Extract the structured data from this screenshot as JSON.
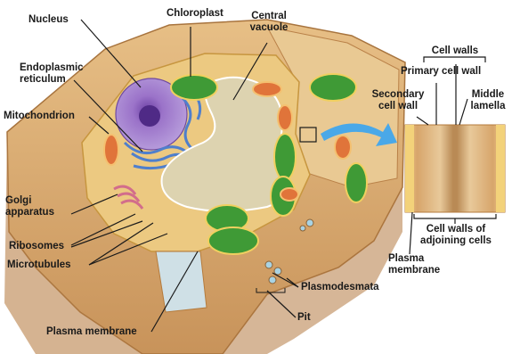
{
  "diagram": {
    "labels": {
      "nucleus": "Nucleus",
      "chloroplast": "Chloroplast",
      "central_vacuole_line1": "Central",
      "central_vacuole_line2": "vacuole",
      "er_line1": "Endoplasmic",
      "er_line2": "reticulum",
      "mitochondrion": "Mitochondrion",
      "golgi_line1": "Golgi",
      "golgi_line2": "apparatus",
      "ribosomes": "Ribosomes",
      "microtubules": "Microtubules",
      "plasma_membrane_main": "Plasma membrane",
      "plasmodesmata": "Plasmodesmata",
      "pit": "Pit",
      "cell_walls": "Cell walls",
      "primary_cell_wall": "Primary cell wall",
      "secondary_cell_wall_line1": "Secondary",
      "secondary_cell_wall_line2": "cell wall",
      "middle_lamella_line1": "Middle",
      "middle_lamella_line2": "lamella",
      "adjoining_line1": "Cell walls of",
      "adjoining_line2": "adjoining cells",
      "inset_plasma_line1": "Plasma",
      "inset_plasma_line2": "membrane"
    },
    "colors": {
      "cell_wall": "#d7a567",
      "cell_wall_dark": "#b57b3c",
      "cytoplasm": "#e8c57c",
      "nucleus": "#9b73c9",
      "er": "#5f8fd6",
      "chloroplast": "#3f9a36",
      "mitochondrion": "#e0743a",
      "golgi": "#d26d8b",
      "vacuole": "#ddd3b0",
      "arrow": "#4aa8e8"
    }
  }
}
